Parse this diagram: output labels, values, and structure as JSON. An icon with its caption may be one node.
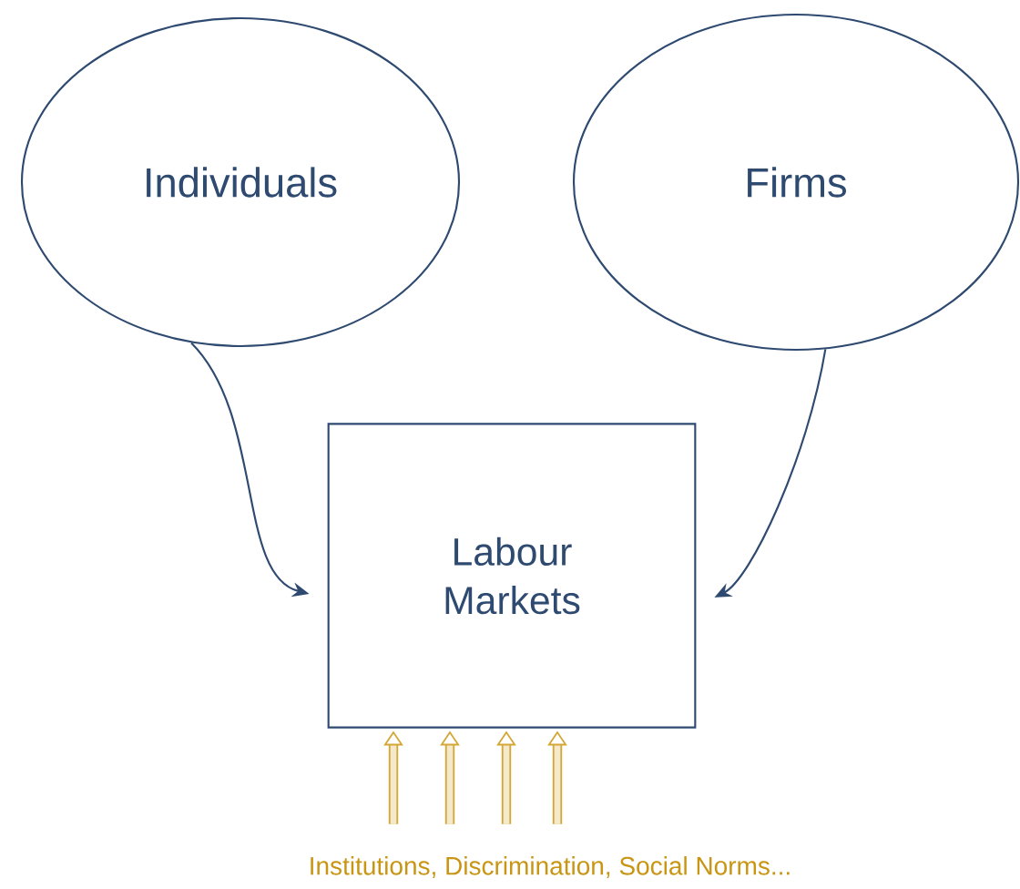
{
  "diagram": {
    "nodes": [
      {
        "text": [
          "Individuals"
        ]
      },
      {
        "text": [
          "Firms"
        ]
      },
      {
        "text": [
          "Labour Markets"
        ]
      },
      {
        "text": [
          "Institutions, Discrimination, Social Norms..."
        ]
      }
    ],
    "edges": [
      {
        "from": 0,
        "to": 2,
        "arrow": "to",
        "color": "#2e4a70"
      },
      {
        "from": 1,
        "to": 2,
        "arrow": "to",
        "color": "#2e4a70"
      },
      {
        "from": 3,
        "to": 2,
        "arrow": "to",
        "color": "#d4a838"
      },
      {
        "from": 3,
        "to": 2,
        "arrow": "to",
        "color": "#d4a838"
      },
      {
        "from": 3,
        "to": 2,
        "arrow": "to",
        "color": "#d4a838"
      },
      {
        "from": 3,
        "to": 2,
        "arrow": "to",
        "color": "#d4a838"
      }
    ]
  }
}
